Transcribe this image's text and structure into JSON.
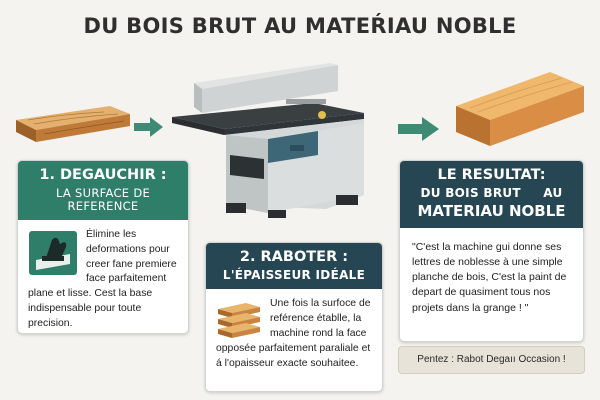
{
  "title": "DU BOIS BRUT AU MATEŔIAU NOBLE",
  "step1": {
    "heading": "1. DEGAUCHIR :",
    "subheading": "LA SURFACE DE REFERENCE",
    "icon": "hand-planing-icon",
    "text": "Élimine les deformations pour creer fane premiere face parfaitement plane et lisse. Cest la base indispensable pour toute precision."
  },
  "step2": {
    "heading": "2. RABOTER :",
    "subheading": "L'ÉPAISSEUR IDÉALE",
    "icon": "stacked-planks-icon",
    "text": "Une fois la surfoce de reférence établle, la machine rond la face opposée parfaitement paraliale et á l'opaisseur exacte souhaitee."
  },
  "result": {
    "heading_line1": "LE RESULTAT:",
    "heading_line2": "DU BOIS BRUT     AU",
    "heading_line3": "MATERIAU NOBLE",
    "quote": "\"C'est la machine gui donne ses lettres de noblesse à une simple planche de bois, C'est la paint de depart de quasiment tous nos projets dans la grange ! \""
  },
  "footer": "Pentez : Rabot Degaıı Occasion !",
  "colors": {
    "green": "#2f7e6a",
    "navy": "#264654",
    "wood_light": "#d9a25f",
    "wood_dark": "#a86a2f",
    "machine_body": "#d2d6d6",
    "machine_blue": "#3d6677"
  }
}
